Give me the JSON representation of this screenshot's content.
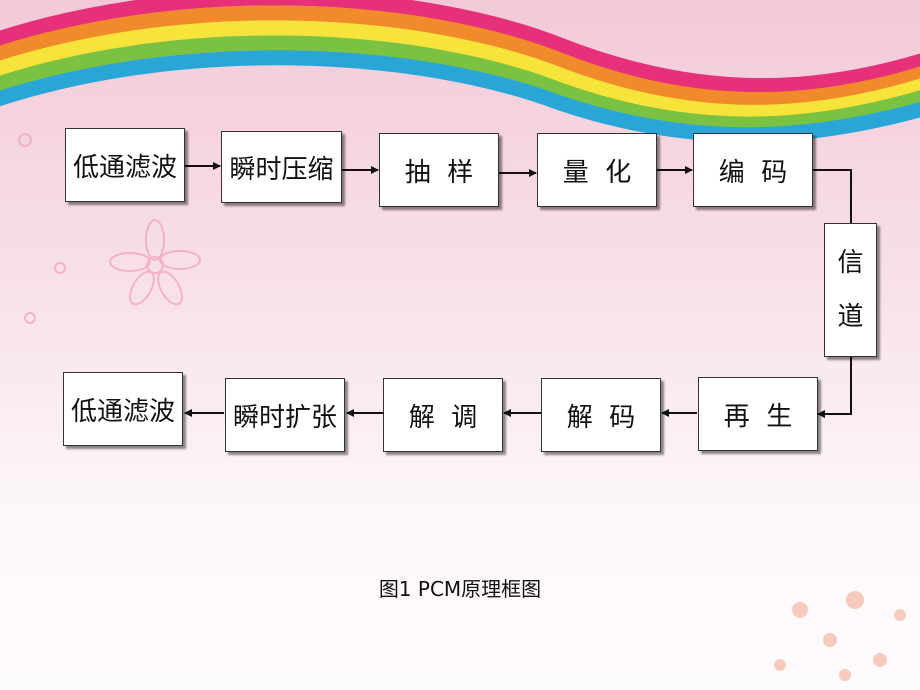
{
  "diagram": {
    "top_row": [
      {
        "id": "lpf-in",
        "label": "低通滤波"
      },
      {
        "id": "compress",
        "label": "瞬时压缩"
      },
      {
        "id": "sample",
        "label": "抽  样"
      },
      {
        "id": "quantize",
        "label": "量  化"
      },
      {
        "id": "encode",
        "label": "编  码"
      }
    ],
    "channel": {
      "label": "信\n道"
    },
    "bottom_row": [
      {
        "id": "regen",
        "label": "再  生"
      },
      {
        "id": "decode",
        "label": "解  码"
      },
      {
        "id": "demod",
        "label": "解  调"
      },
      {
        "id": "expand",
        "label": "瞬时扩张"
      },
      {
        "id": "lpf-out",
        "label": "低通滤波"
      }
    ]
  },
  "caption": "图1 PCM原理框图"
}
